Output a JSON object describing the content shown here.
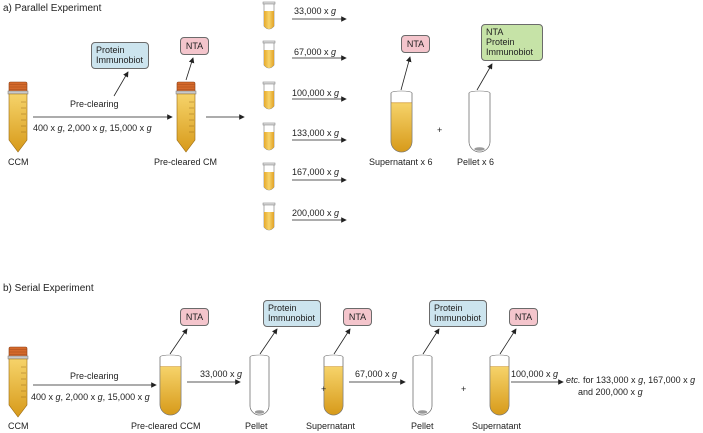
{
  "panel_a": {
    "title": "a) Parallel Experiment",
    "ccm_label": "CCM",
    "precleared_label": "Pre-cleared CM",
    "preclearing_label": "Pre-clearing",
    "preclearing_speeds": "400 x g, 2,000 x g, 15,000 x g",
    "protein_box": [
      "Protein",
      "Immunobiot"
    ],
    "nta_box": "NTA",
    "speeds": [
      "33,000 x g",
      "67,000 x g",
      "100,000 x g",
      "133,000 x g",
      "167,000 x g",
      "200,000 x g"
    ],
    "supernatant_label": "Supernatant x 6",
    "pellet_label": "Pellet x 6",
    "plus": "+",
    "green_box": [
      "NTA",
      "Protein",
      "Immunobiot"
    ]
  },
  "panel_b": {
    "title": "b) Serial Experiment",
    "ccm_label": "CCM",
    "preclearing_label": "Pre-clearing",
    "preclearing_speeds": "400 x g, 2,000 x g, 15,000 x g",
    "precleared_label": "Pre-cleared CCM",
    "nta_box": "NTA",
    "protein_box": [
      "Protein",
      "Immunobiot"
    ],
    "speed1": "33,000 x g",
    "speed2": "67,000 x g",
    "speed3": "100,000 x g",
    "pellet_label": "Pellet",
    "supernatant_label": "Supernatant",
    "plus": "+",
    "etc_text": "etc. for 133,000 x g, 167,000 x g",
    "etc_text2": "and 200,000 x g"
  },
  "colors": {
    "liquid_top": "#f6d36a",
    "liquid_bottom": "#d79a1a",
    "cap": "#d4692b",
    "nta_fill": "#f4c5cc",
    "protein_fill": "#cce4ee",
    "green_fill": "#c6e3a7",
    "outline": "#777777"
  }
}
